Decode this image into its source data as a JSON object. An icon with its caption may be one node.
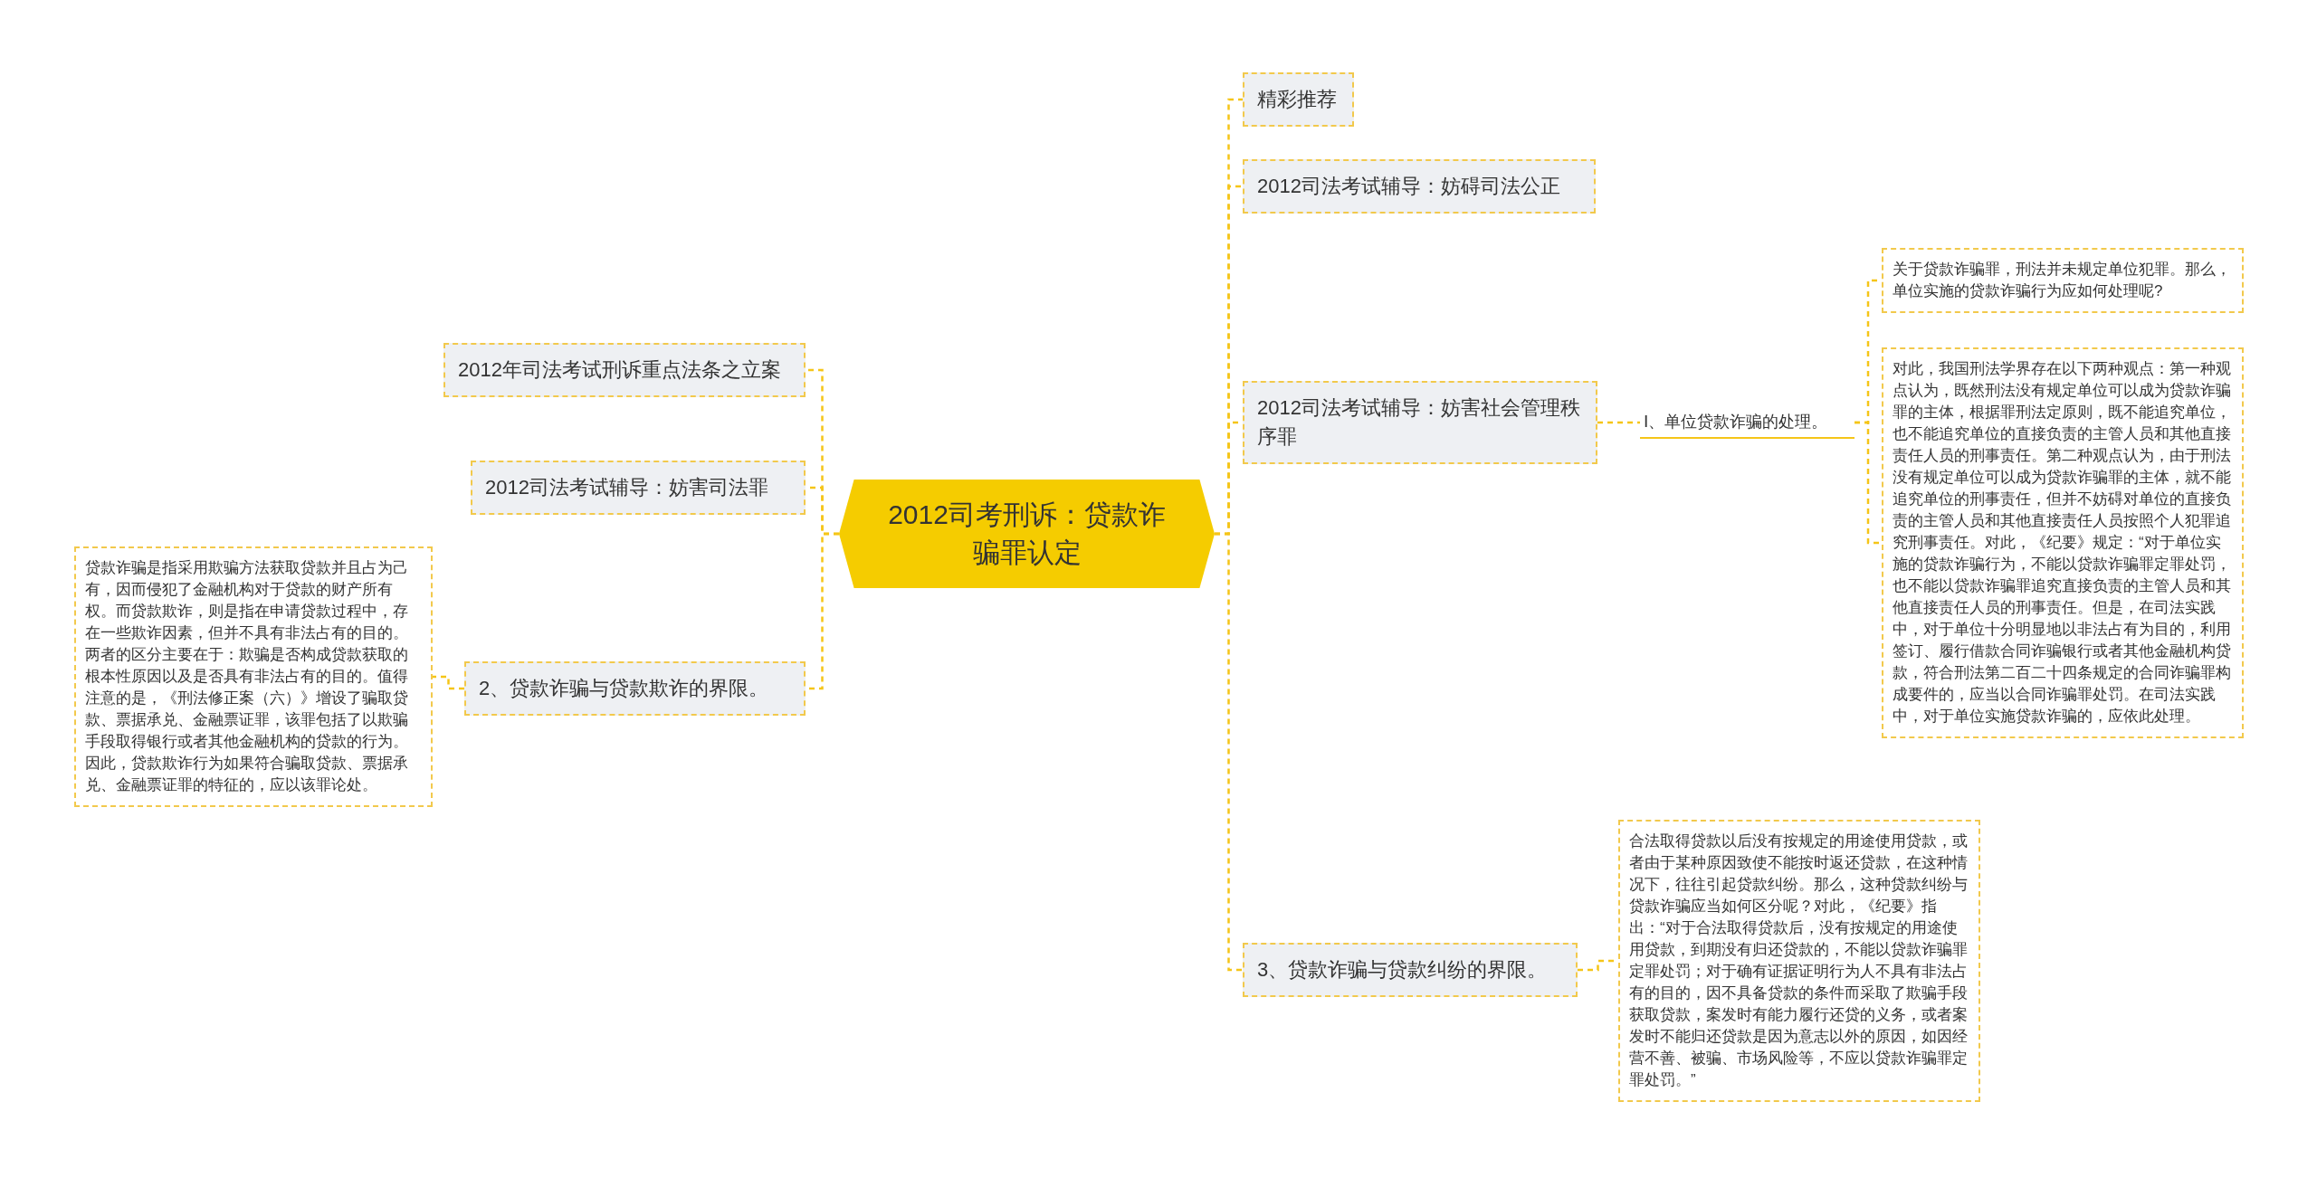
{
  "diagram": {
    "nodes": [
      {
        "text": [
          "2012司考刑诉：贷款诈骗罪认定"
        ]
      },
      {
        "text": [
          "2012年司法考试刑诉重点法条之立案"
        ]
      },
      {
        "text": [
          "2012司法考试辅导：妨害司法罪"
        ]
      },
      {
        "text": [
          "2、贷款诈骗与贷款欺诈的界限。"
        ]
      },
      {
        "text": [
          "贷款诈骗是指采用欺骗方法获取贷款并且占为己有，因而侵犯了金融机构对于贷款的财产所有权。而贷款欺诈，则是指在申请贷款过程中，存在一些欺诈因素，但并不具有非法占有的目的。两者的区分主要在于：欺骗是否构成贷款获取的根本性原因以及是否具有非法占有的目的。值得注意的是，《刑法修正案（六）》增设了骗取贷款、票据承兑、金融票证罪，该罪包括了以欺骗手段取得银行或者其他金融机构的贷款的行为。因此，贷款欺诈行为如果符合骗取贷款、票据承兑、金融票证罪的特征的，应以该罪论处。"
        ]
      },
      {
        "text": [
          "精彩推荐"
        ]
      },
      {
        "text": [
          "2012司法考试辅导：妨碍司法公正"
        ]
      },
      {
        "text": [
          "2012司法考试辅导：妨害社会管理秩序罪"
        ]
      },
      {
        "text": [
          "Ⅰ、单位贷款诈骗的处理。"
        ]
      },
      {
        "text": [
          "关于贷款诈骗罪，刑法并未规定单位犯罪。那么，单位实施的贷款诈骗行为应如何处理呢?"
        ]
      },
      {
        "text": [
          "对此，我国刑法学界存在以下两种观点：第一种观点认为，既然刑法没有规定单位可以成为贷款诈骗罪的主体，根据罪刑法定原则，既不能追究单位，也不能追究单位的直接负责的主管人员和其他直接责任人员的刑事责任。第二种观点认为，由于刑法没有规定单位可以成为贷款诈骗罪的主体，就不能追究单位的刑事责任，但并不妨碍对单位的直接负责的主管人员和其他直接责任人员按照个人犯罪追究刑事责任。对此，《纪要》规定：“对于单位实施的贷款诈骗行为，不能以贷款诈骗罪定罪处罚，也不能以贷款诈骗罪追究直接负责的主管人员和其他直接责任人员的刑事责任。但是，在司法实践中，对于单位十分明显地以非法占有为目的，利用签订、履行借款合同诈骗银行或者其他金融机构贷款，符合刑法第二百二十四条规定的合同诈骗罪构成要件的，应当以合同诈骗罪处罚。在司法实践中，对于单位实施贷款诈骗的，应依此处理。"
        ]
      },
      {
        "text": [
          "3、贷款诈骗与贷款纠纷的界限。"
        ]
      },
      {
        "text": [
          "合法取得贷款以后没有按规定的用途使用贷款，或者由于某种原因致使不能按时返还贷款，在这种情况下，往往引起贷款纠纷。那么，这种贷款纠纷与贷款诈骗应当如何区分呢？对此，《纪要》指出：“对于合法取得贷款后，没有按规定的用途使用贷款，到期没有归还贷款的，不能以贷款诈骗罪定罪处罚；对于确有证据证明行为人不具有非法占有的目的，因不具备贷款的条件而采取了欺骗手段获取贷款，案发时有能力履行还贷的义务，或者案发时不能归还贷款是因为意志以外的原因，如因经营不善、被骗、市场风险等，不应以贷款诈骗罪定罪处罚。”"
        ]
      }
    ],
    "edges": [
      {
        "from": 0,
        "to": 1,
        "arrow": "none",
        "style": "dashed"
      },
      {
        "from": 0,
        "to": 2,
        "arrow": "none",
        "style": "dashed"
      },
      {
        "from": 0,
        "to": 3,
        "arrow": "none",
        "style": "dashed"
      },
      {
        "from": 3,
        "to": 4,
        "arrow": "none",
        "style": "dashed"
      },
      {
        "from": 0,
        "to": 5,
        "arrow": "none",
        "style": "dashed"
      },
      {
        "from": 0,
        "to": 6,
        "arrow": "none",
        "style": "dashed"
      },
      {
        "from": 0,
        "to": 7,
        "arrow": "none",
        "style": "dashed"
      },
      {
        "from": 7,
        "to": 8,
        "arrow": "none",
        "style": "dashed"
      },
      {
        "from": 8,
        "to": 9,
        "arrow": "none",
        "style": "dashed"
      },
      {
        "from": 8,
        "to": 10,
        "arrow": "none",
        "style": "dashed"
      },
      {
        "from": 0,
        "to": 11,
        "arrow": "none",
        "style": "dashed"
      },
      {
        "from": 11,
        "to": 12,
        "arrow": "none",
        "style": "dashed"
      }
    ]
  }
}
